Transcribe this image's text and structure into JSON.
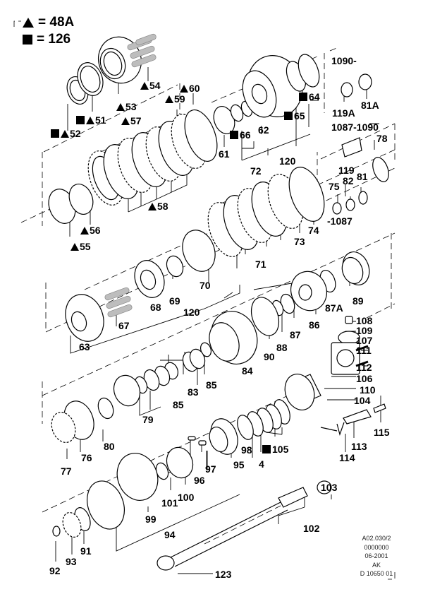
{
  "legend": [
    {
      "symbol": "triangle",
      "text": "= 48A"
    },
    {
      "symbol": "square",
      "text": "= 126"
    }
  ],
  "labels": [
    {
      "id": "54",
      "text": "54",
      "marks": [
        "triangle"
      ]
    },
    {
      "id": "53",
      "text": "53",
      "marks": [
        "triangle"
      ]
    },
    {
      "id": "51",
      "text": "51",
      "marks": [
        "square",
        "triangle"
      ]
    },
    {
      "id": "52",
      "text": "52",
      "marks": [
        "square",
        "triangle"
      ]
    },
    {
      "id": "59",
      "text": "59",
      "marks": [
        "triangle"
      ]
    },
    {
      "id": "60",
      "text": "60",
      "marks": [
        "triangle"
      ]
    },
    {
      "id": "57",
      "text": "57",
      "marks": [
        "triangle"
      ]
    },
    {
      "id": "58",
      "text": "58",
      "marks": [
        "triangle"
      ]
    },
    {
      "id": "55",
      "text": "55",
      "marks": [
        "triangle"
      ]
    },
    {
      "id": "56",
      "text": "56",
      "marks": [
        "triangle"
      ]
    },
    {
      "id": "61",
      "text": "61",
      "marks": []
    },
    {
      "id": "66",
      "text": "66",
      "marks": [
        "square"
      ]
    },
    {
      "id": "62",
      "text": "62",
      "marks": []
    },
    {
      "id": "65",
      "text": "65",
      "marks": [
        "square"
      ]
    },
    {
      "id": "64",
      "text": "64",
      "marks": [
        "square"
      ]
    },
    {
      "id": "120a",
      "text": "120",
      "marks": []
    },
    {
      "id": "1090",
      "text": "1090-",
      "marks": []
    },
    {
      "id": "119A",
      "text": "119A",
      "marks": []
    },
    {
      "id": "81A",
      "text": "81A",
      "marks": []
    },
    {
      "id": "1087-1090",
      "text": "1087-1090",
      "marks": []
    },
    {
      "id": "78",
      "text": "78",
      "marks": []
    },
    {
      "id": "119",
      "text": "119",
      "marks": []
    },
    {
      "id": "82",
      "text": "82",
      "marks": []
    },
    {
      "id": "81",
      "text": "81",
      "marks": []
    },
    {
      "id": "75",
      "text": "75",
      "marks": []
    },
    {
      "id": "-1087",
      "text": "-1087",
      "marks": []
    },
    {
      "id": "72",
      "text": "72",
      "marks": []
    },
    {
      "id": "74",
      "text": "74",
      "marks": []
    },
    {
      "id": "73",
      "text": "73",
      "marks": []
    },
    {
      "id": "71",
      "text": "71",
      "marks": []
    },
    {
      "id": "70",
      "text": "70",
      "marks": []
    },
    {
      "id": "69",
      "text": "69",
      "marks": []
    },
    {
      "id": "68",
      "text": "68",
      "marks": []
    },
    {
      "id": "120b",
      "text": "120",
      "marks": []
    },
    {
      "id": "67",
      "text": "67",
      "marks": []
    },
    {
      "id": "63",
      "text": "63",
      "marks": []
    },
    {
      "id": "89",
      "text": "89",
      "marks": []
    },
    {
      "id": "87A",
      "text": "87A",
      "marks": []
    },
    {
      "id": "86",
      "text": "86",
      "marks": []
    },
    {
      "id": "87",
      "text": "87",
      "marks": []
    },
    {
      "id": "88",
      "text": "88",
      "marks": []
    },
    {
      "id": "90",
      "text": "90",
      "marks": []
    },
    {
      "id": "108",
      "text": "108",
      "marks": []
    },
    {
      "id": "109",
      "text": "109",
      "marks": []
    },
    {
      "id": "107",
      "text": "107",
      "marks": []
    },
    {
      "id": "111",
      "text": "111",
      "marks": []
    },
    {
      "id": "112",
      "text": "112",
      "marks": []
    },
    {
      "id": "106",
      "text": "106",
      "marks": []
    },
    {
      "id": "110",
      "text": "110",
      "marks": []
    },
    {
      "id": "104",
      "text": "104",
      "marks": []
    },
    {
      "id": "84",
      "text": "84",
      "marks": []
    },
    {
      "id": "85a",
      "text": "85",
      "marks": []
    },
    {
      "id": "83",
      "text": "83",
      "marks": []
    },
    {
      "id": "85b",
      "text": "85",
      "marks": []
    },
    {
      "id": "79",
      "text": "79",
      "marks": []
    },
    {
      "id": "80",
      "text": "80",
      "marks": []
    },
    {
      "id": "76",
      "text": "76",
      "marks": []
    },
    {
      "id": "77",
      "text": "77",
      "marks": []
    },
    {
      "id": "115",
      "text": "115",
      "marks": []
    },
    {
      "id": "113",
      "text": "113",
      "marks": []
    },
    {
      "id": "114",
      "text": "114",
      "marks": []
    },
    {
      "id": "105",
      "text": "105",
      "marks": [
        "square"
      ]
    },
    {
      "id": "4",
      "text": "4",
      "marks": []
    },
    {
      "id": "98",
      "text": "98",
      "marks": []
    },
    {
      "id": "95",
      "text": "95",
      "marks": []
    },
    {
      "id": "97",
      "text": "97",
      "marks": []
    },
    {
      "id": "96",
      "text": "96",
      "marks": []
    },
    {
      "id": "100",
      "text": "100",
      "marks": []
    },
    {
      "id": "101",
      "text": "101",
      "marks": []
    },
    {
      "id": "99",
      "text": "99",
      "marks": []
    },
    {
      "id": "94",
      "text": "94",
      "marks": []
    },
    {
      "id": "103",
      "text": "103",
      "marks": []
    },
    {
      "id": "102",
      "text": "102",
      "marks": []
    },
    {
      "id": "91",
      "text": "91",
      "marks": []
    },
    {
      "id": "93",
      "text": "93",
      "marks": []
    },
    {
      "id": "92",
      "text": "92",
      "marks": []
    },
    {
      "id": "123",
      "text": "123",
      "marks": []
    }
  ],
  "drawing_info": [
    "A02.030/2",
    "0000000",
    "06-2001",
    "AK",
    "D 10650 01"
  ],
  "colors": {
    "line": "#000000",
    "part_fill": "#ffffff",
    "spring_fill": "#bdbdbd"
  }
}
